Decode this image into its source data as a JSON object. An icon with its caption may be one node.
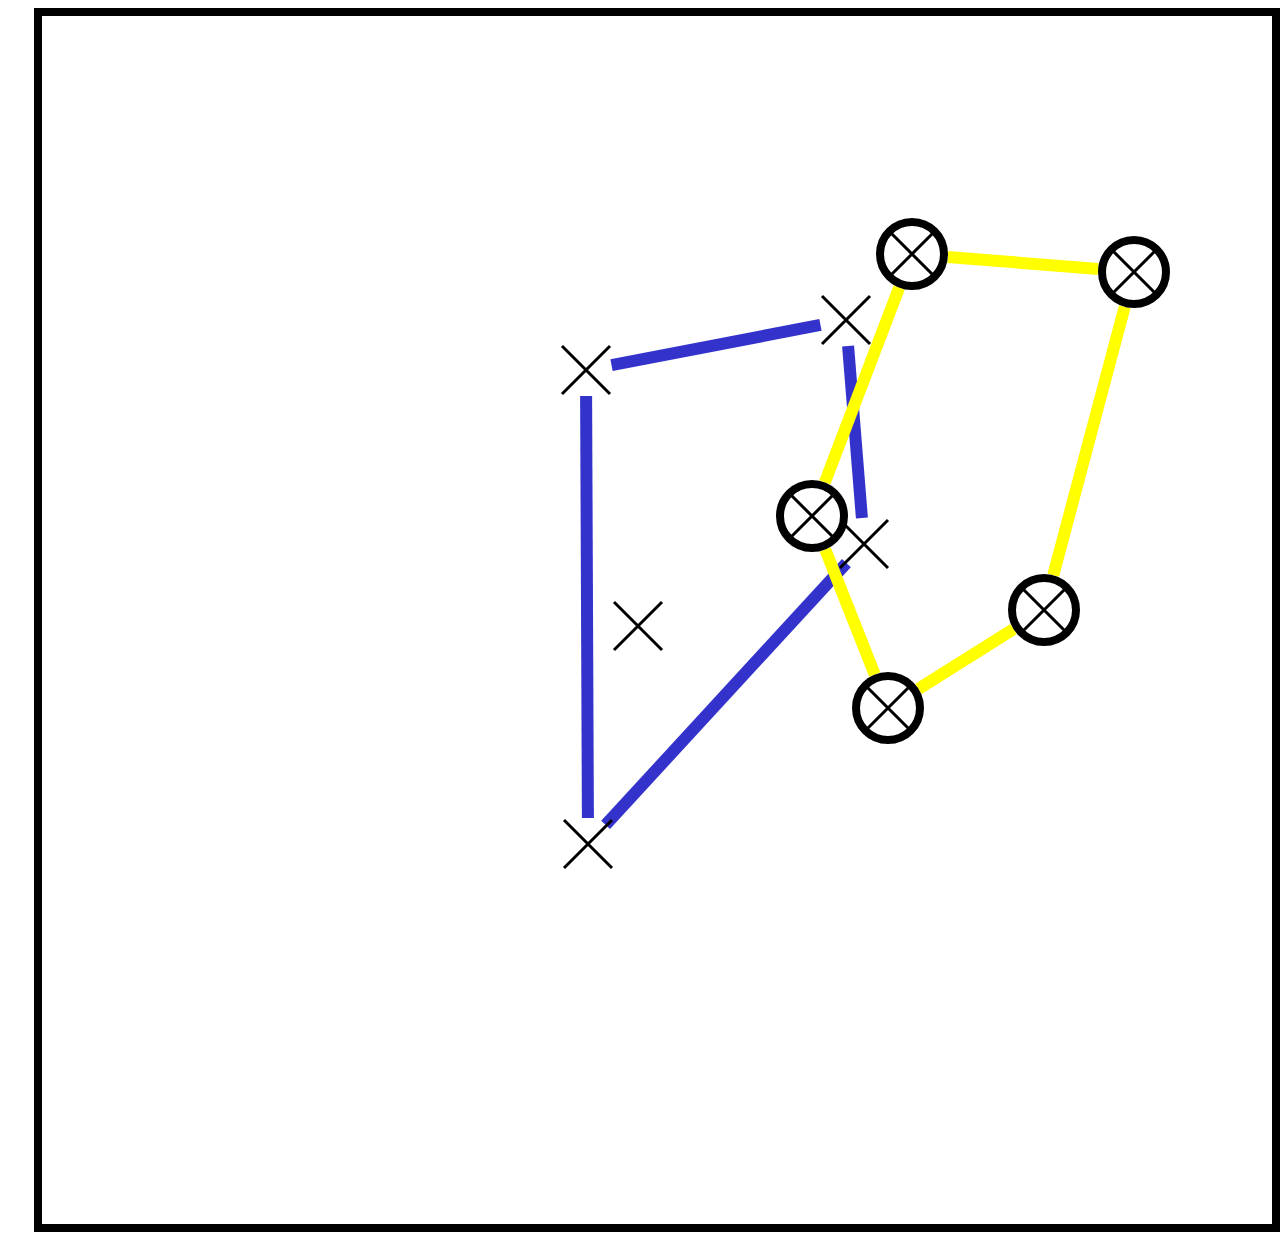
{
  "diagram": {
    "nodes": [
      {
        "text": [],
        "shape": "cross"
      },
      {
        "text": [],
        "shape": "cross"
      },
      {
        "text": [],
        "shape": "cross"
      },
      {
        "text": [],
        "shape": "cross"
      },
      {
        "text": [],
        "shape": "cross"
      },
      {
        "text": [],
        "shape": "circle"
      },
      {
        "text": [],
        "shape": "circle"
      },
      {
        "text": [],
        "shape": "circle"
      },
      {
        "text": [],
        "shape": "circle"
      },
      {
        "text": [],
        "shape": "circle"
      }
    ],
    "edges": [
      {
        "from": 0,
        "to": 1,
        "arrow": "none",
        "color": "#3333cc"
      },
      {
        "from": 1,
        "to": 2,
        "arrow": "none",
        "color": "#3333cc"
      },
      {
        "from": 2,
        "to": 3,
        "arrow": "none",
        "color": "#3333cc"
      },
      {
        "from": 3,
        "to": 0,
        "arrow": "none",
        "color": "#3333cc"
      },
      {
        "from": 5,
        "to": 6,
        "arrow": "none",
        "color": "#ffff00"
      },
      {
        "from": 6,
        "to": 7,
        "arrow": "none",
        "color": "#ffff00"
      },
      {
        "from": 7,
        "to": 8,
        "arrow": "none",
        "color": "#ffff00"
      },
      {
        "from": 8,
        "to": 9,
        "arrow": "none",
        "color": "#ffff00"
      },
      {
        "from": 9,
        "to": 5,
        "arrow": "none",
        "color": "#ffff00"
      }
    ]
  }
}
